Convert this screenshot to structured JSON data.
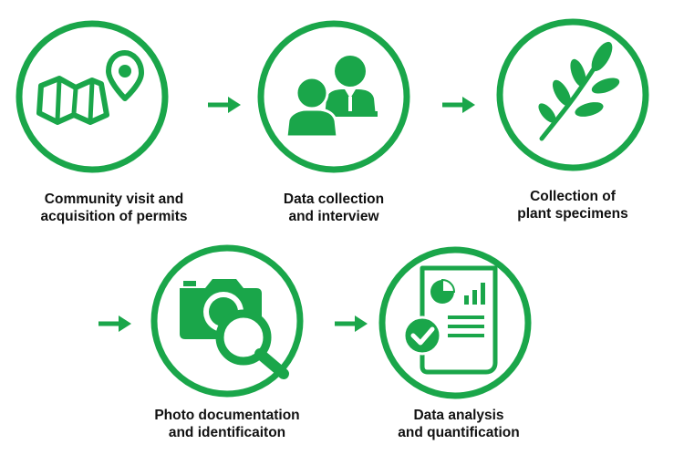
{
  "colors": {
    "accent": "#1aa64a",
    "text": "#111111",
    "background": "#ffffff"
  },
  "steps": [
    {
      "icon": "map-pin-icon",
      "label_line1": "Community visit and",
      "label_line2": "acquisition of permits"
    },
    {
      "icon": "people-interview-icon",
      "label_line1": "Data collection",
      "label_line2": "and interview"
    },
    {
      "icon": "plant-leaf-icon",
      "label_line1": "Collection of",
      "label_line2": "plant specimens"
    },
    {
      "icon": "camera-magnifier-icon",
      "label_line1": "Photo documentation",
      "label_line2": "and identificaiton"
    },
    {
      "icon": "report-check-icon",
      "label_line1": "Data analysis",
      "label_line2": "and quantification"
    }
  ],
  "arrows": [
    "arrow-right-icon",
    "arrow-right-icon",
    "arrow-right-icon",
    "arrow-right-icon"
  ]
}
